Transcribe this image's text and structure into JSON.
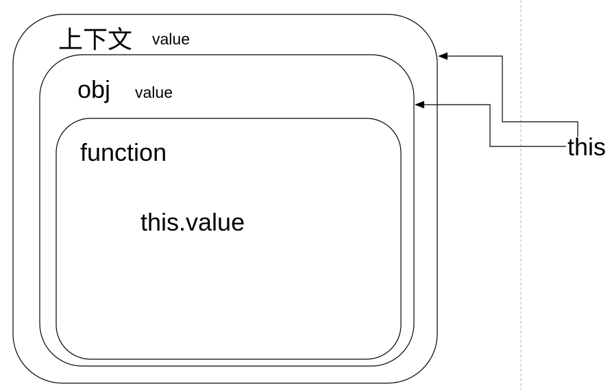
{
  "diagram": {
    "boxes": {
      "context": {
        "label": "上下文",
        "sublabel": "value"
      },
      "obj": {
        "label": "obj",
        "sublabel": "value"
      },
      "function": {
        "label": "function",
        "content": "this.value"
      }
    },
    "pointer": {
      "label": "this"
    },
    "colors": {
      "line": "#000000",
      "box_stroke": "#000000",
      "box_fill": "#ffffff",
      "guide_line": "#b3b3b3",
      "background": "#ffffff",
      "text": "#000000"
    }
  }
}
